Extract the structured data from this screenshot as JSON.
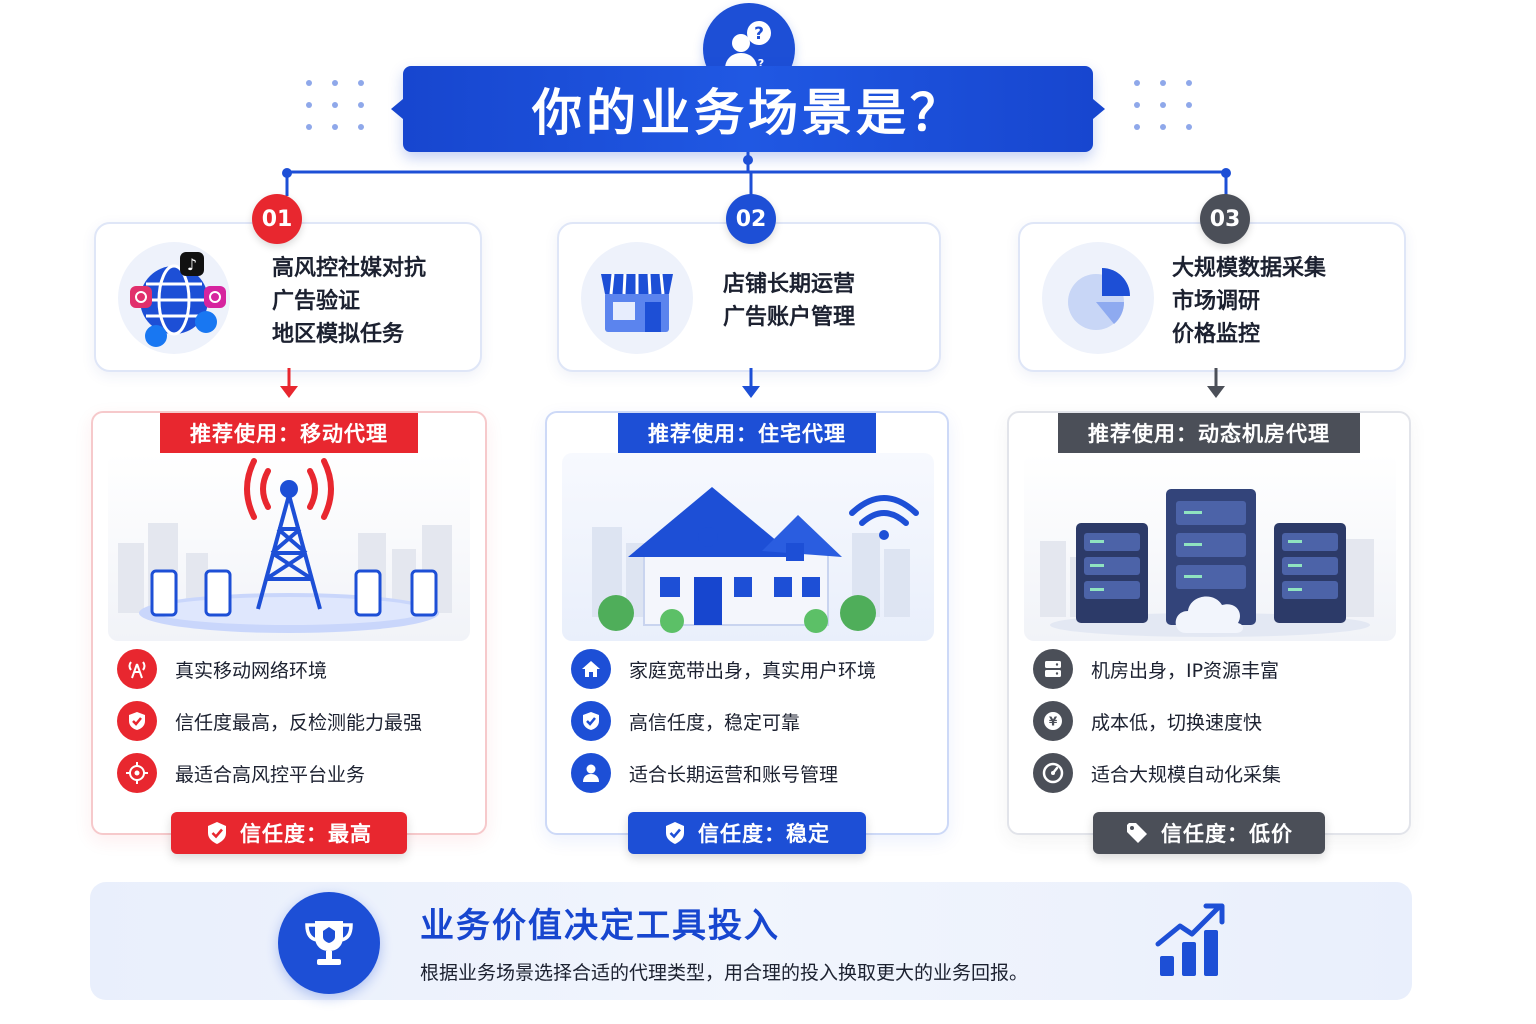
{
  "header": {
    "title": "你的业务场景是？"
  },
  "colors": {
    "red": "#e8272f",
    "blue": "#1d4fd6",
    "gray": "#4b4f58"
  },
  "columns": [
    {
      "number": "01",
      "icon": "globe-social-icon",
      "scenario_lines": [
        "高风控社媒对抗",
        "广告验证",
        "地区模拟任务"
      ],
      "recommend": "推荐使用：移动代理",
      "scene": "cell-tower-illustration",
      "features": [
        {
          "icon": "signal-tower-icon",
          "text": "真实移动网络环境"
        },
        {
          "icon": "shield-check-icon",
          "text": "信任度最高，反检测能力最强"
        },
        {
          "icon": "target-icon",
          "text": "最适合高风控平台业务"
        }
      ],
      "trust": "信任度：最高"
    },
    {
      "number": "02",
      "icon": "storefront-icon",
      "scenario_lines": [
        "店铺长期运营",
        "广告账户管理"
      ],
      "recommend": "推荐使用：住宅代理",
      "scene": "house-wifi-illustration",
      "features": [
        {
          "icon": "home-icon",
          "text": "家庭宽带出身，真实用户环境"
        },
        {
          "icon": "shield-check-icon",
          "text": "高信任度，稳定可靠"
        },
        {
          "icon": "user-icon",
          "text": "适合长期运营和账号管理"
        }
      ],
      "trust": "信任度：稳定"
    },
    {
      "number": "03",
      "icon": "pie-chart-icon",
      "scenario_lines": [
        "大规模数据采集",
        "市场调研",
        "价格监控"
      ],
      "recommend": "推荐使用：动态机房代理",
      "scene": "server-rack-illustration",
      "features": [
        {
          "icon": "server-icon",
          "text": "机房出身，IP资源丰富"
        },
        {
          "icon": "yen-icon",
          "text": "成本低，切换速度快"
        },
        {
          "icon": "gauge-icon",
          "text": "适合大规模自动化采集"
        }
      ],
      "trust": "信任度：低价"
    }
  ],
  "bottom": {
    "title": "业务价值决定工具投入",
    "subtitle": "根据业务场景选择合适的代理类型，用合理的投入换取更大的业务回报。"
  }
}
